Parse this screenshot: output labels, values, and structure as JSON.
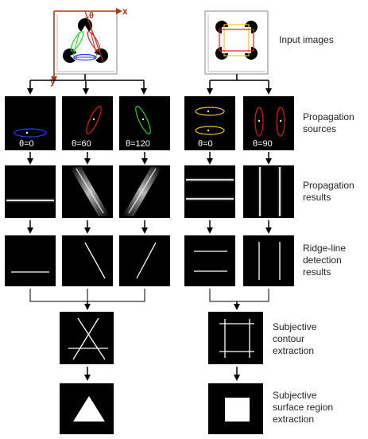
{
  "labels": {
    "input_images": "Input images",
    "propagation_sources": [
      "Propagation",
      "sources"
    ],
    "propagation_results": [
      "Propagation",
      "results"
    ],
    "ridge_line": [
      "Ridge-line",
      "detection",
      "results"
    ],
    "subjective_contour": [
      "Subjective",
      "contour",
      "extraction"
    ],
    "subjective_surface": [
      "Subjective",
      "surface region",
      "extraction"
    ]
  },
  "axes": {
    "x": "x",
    "y": "y",
    "theta": "θ"
  },
  "angle_labels": {
    "triangle": [
      "θ=0",
      "θ=60",
      "θ=120"
    ],
    "square": [
      "θ=0",
      "θ=90"
    ]
  },
  "colors": {
    "blue_ellipse": "#2a3cff",
    "red_ellipse": "#e01b1b",
    "green_ellipse": "#1ed41e",
    "yellow_ellipse": "#f0c418",
    "axis": "#a33a18",
    "panel_bg": "#000000"
  }
}
